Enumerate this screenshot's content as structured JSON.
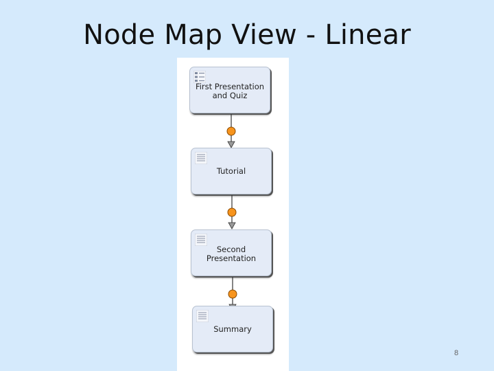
{
  "slide": {
    "title": "Node Map View - Linear",
    "page_number": "8"
  },
  "node_map": {
    "layout": "linear",
    "nodes": [
      {
        "id": "first",
        "label": "First Presentation\nand Quiz",
        "icon": "list-icon"
      },
      {
        "id": "tutorial",
        "label": "Tutorial",
        "icon": "document-icon"
      },
      {
        "id": "second",
        "label": "Second\nPresentation",
        "icon": "document-icon"
      },
      {
        "id": "summary",
        "label": "Summary",
        "icon": "document-icon"
      }
    ],
    "connector_colors": {
      "circle": "#f7941d",
      "arrow": "#9a9a9a",
      "line": "#333333"
    }
  }
}
